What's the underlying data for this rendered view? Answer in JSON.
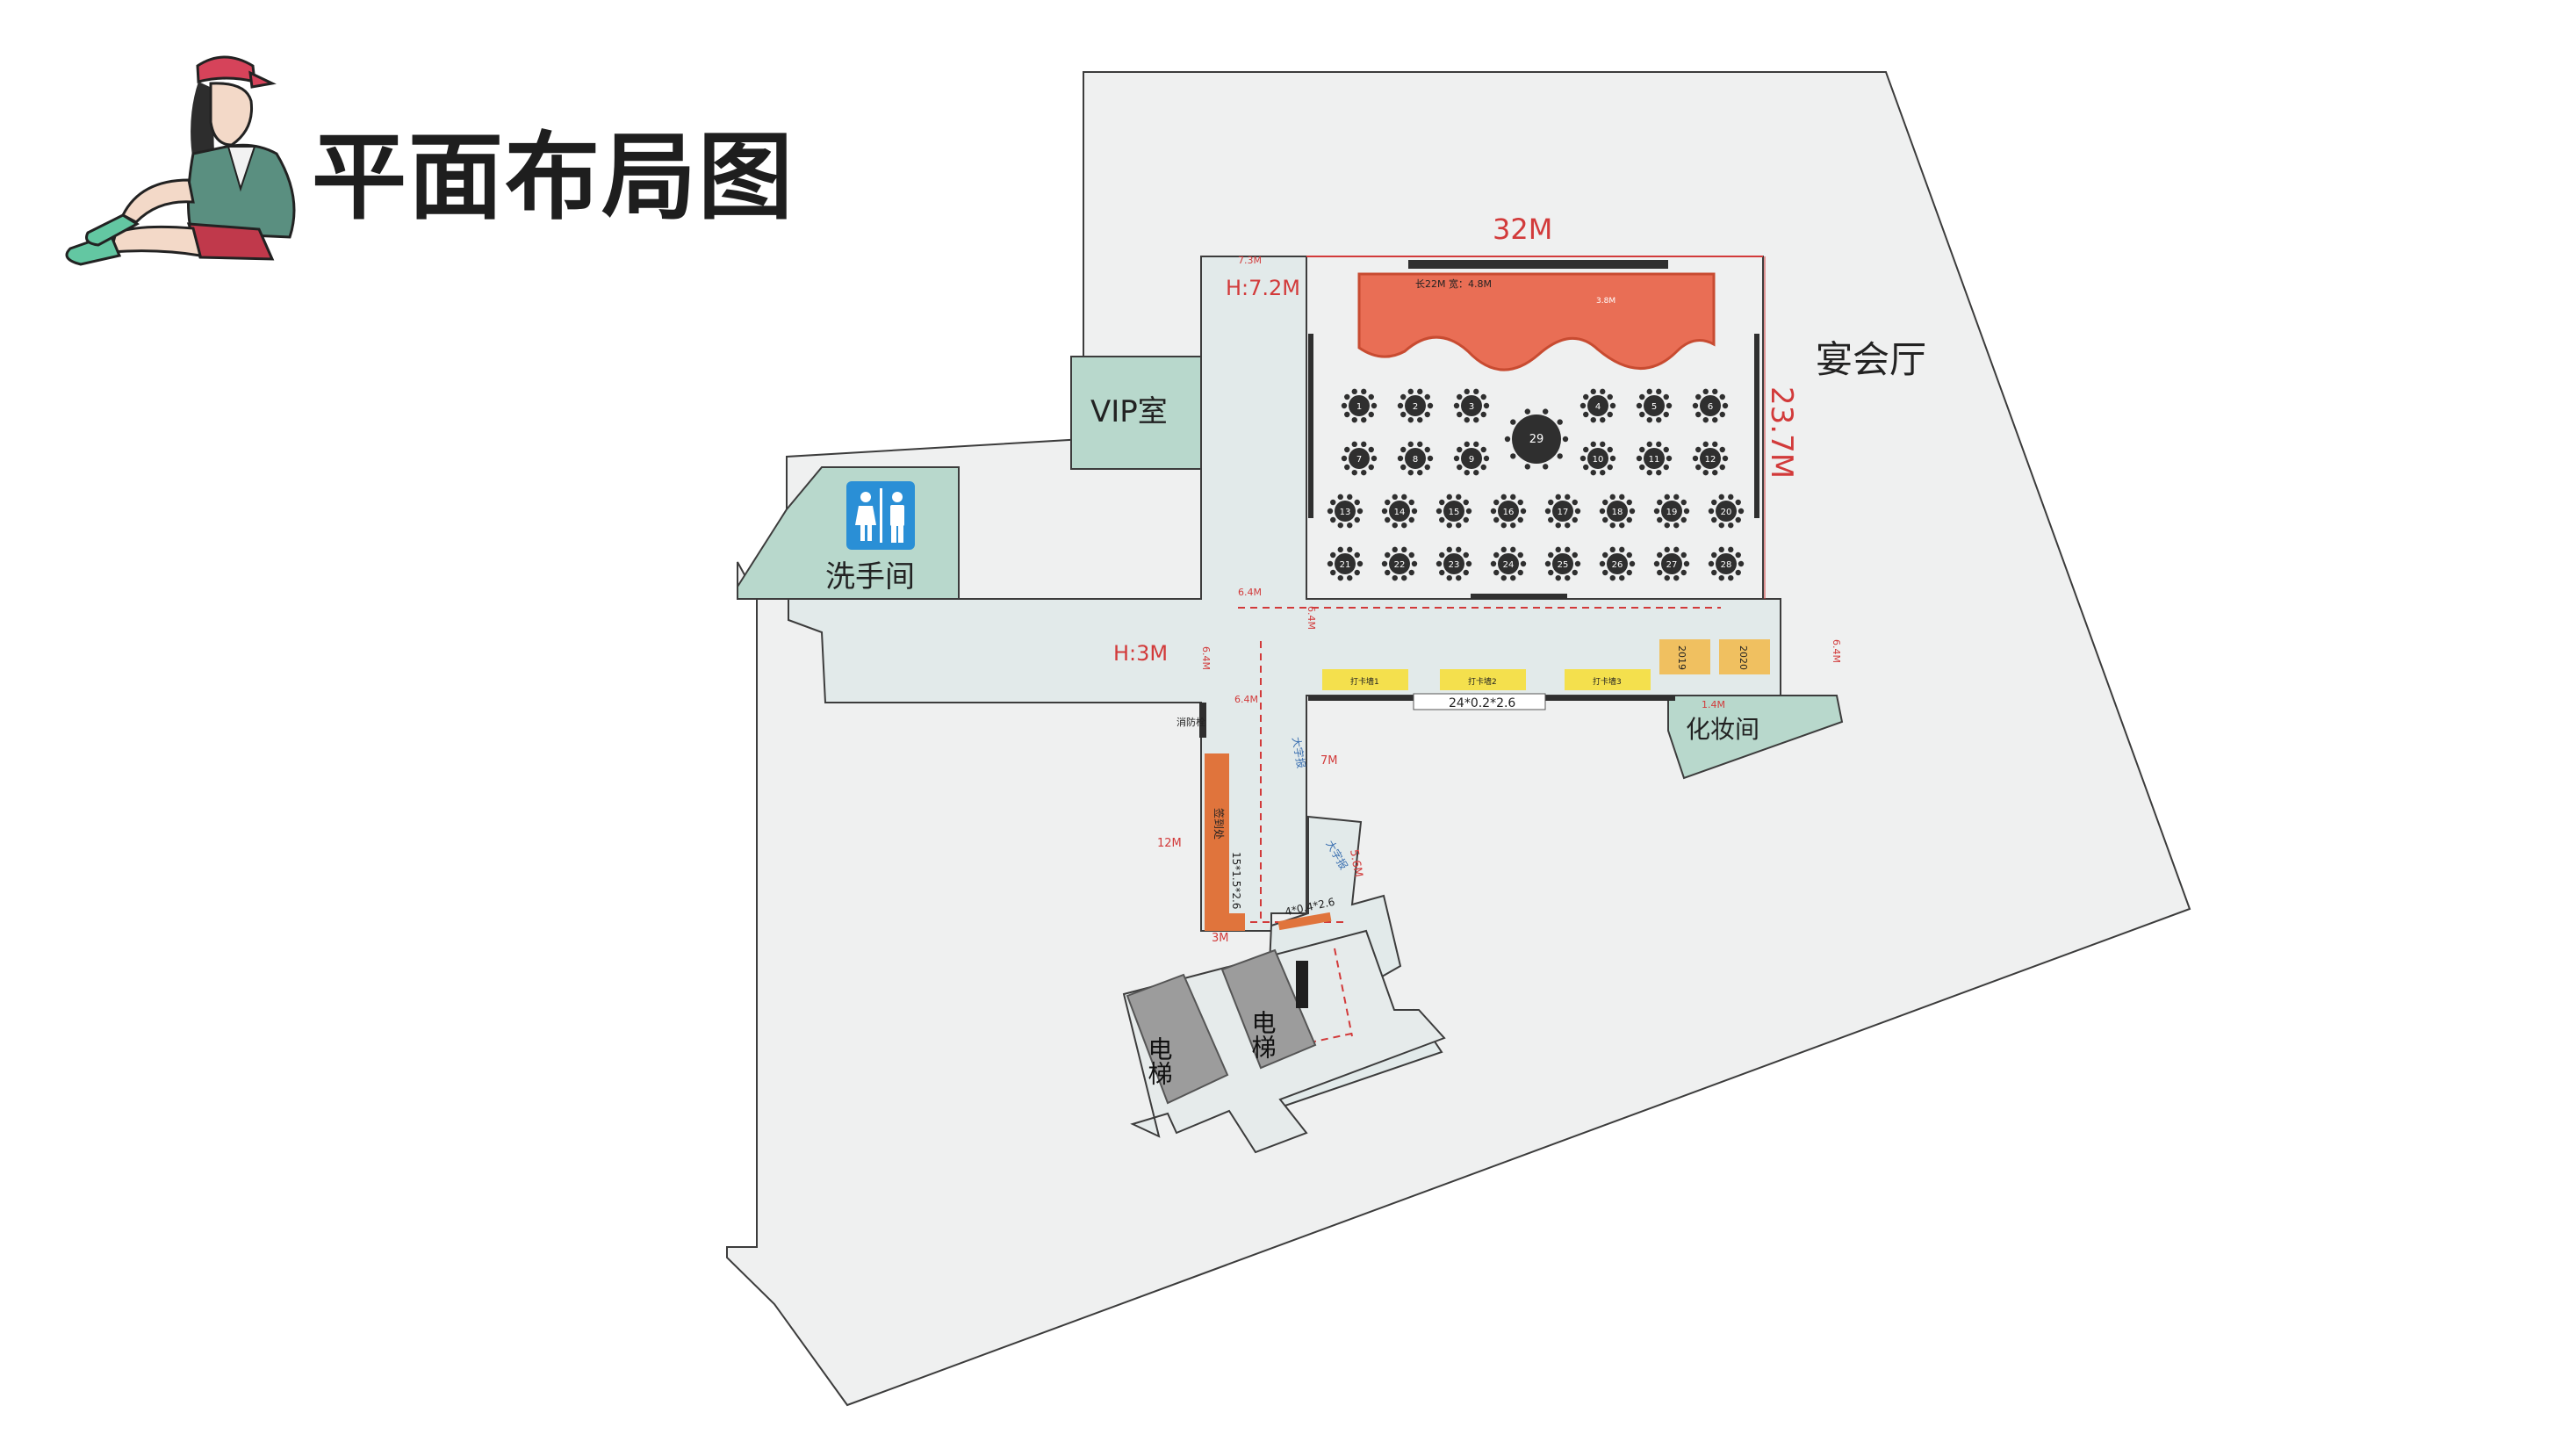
{
  "title": "平面布局图",
  "colors": {
    "site": "#eff0f0",
    "site_stroke": "#3c3c3c",
    "corridor": "#e2eaea",
    "room": "#b8d8cc",
    "stage": "#e96e55",
    "stage_dark": "#c84b31",
    "table": "#2f2f2f",
    "dimension": "#d23a3a",
    "sign_in": "#e0743c",
    "yellow_desk": "#f4e04d",
    "orange_desk": "#f0c060",
    "elevator": "#9c9c9c",
    "restroom_icon": "#2a8fd6"
  },
  "rooms": {
    "banquet_hall": "宴会厅",
    "vip_room": "VIP室",
    "restroom": "洗手间",
    "makeup_room": "化妆间",
    "elevator_left": "电梯",
    "elevator_right": "电梯"
  },
  "dimensions": {
    "hall_width": "32M",
    "hall_depth": "23.7M",
    "height_vip_corridor": "H:7.2M",
    "height_main_corridor": "H:3M",
    "corridor_top_width": "7.3M",
    "corridor_width_a": "6.4M",
    "corridor_width_b": "6.4M",
    "corridor_width_c": "6.4M",
    "corridor_width_d": "6.4M",
    "stair_length": "12M",
    "stair_width": "3M",
    "ramp_length": "7M",
    "ramp_width": "5.6M",
    "end_wall": "6.4M",
    "makeup_width": "1.4M",
    "screen_size": "长22M 宽：4.8M",
    "banner": "24*0.2*2.6",
    "board_small": "4*0.4*2.6",
    "sign_in_desk": "15*1.5*2.6"
  },
  "labels": {
    "fire_hydrant": "消防栓",
    "sign_in": "签到处",
    "big_sign": "大字报",
    "big_sign_2": "大字报",
    "photo_1": "打卡墙1",
    "photo_2": "打卡墙2",
    "photo_3": "打卡墙3",
    "year_1": "2019",
    "year_2": "2020"
  },
  "tables": {
    "row1": [
      "1",
      "2",
      "3",
      "4",
      "5",
      "6"
    ],
    "center": "29",
    "row2": [
      "7",
      "8",
      "9",
      "10",
      "11",
      "12"
    ],
    "row3": [
      "13",
      "14",
      "15",
      "16",
      "17",
      "18",
      "19",
      "20"
    ],
    "row4": [
      "21",
      "22",
      "23",
      "24",
      "25",
      "26",
      "27",
      "28"
    ]
  }
}
